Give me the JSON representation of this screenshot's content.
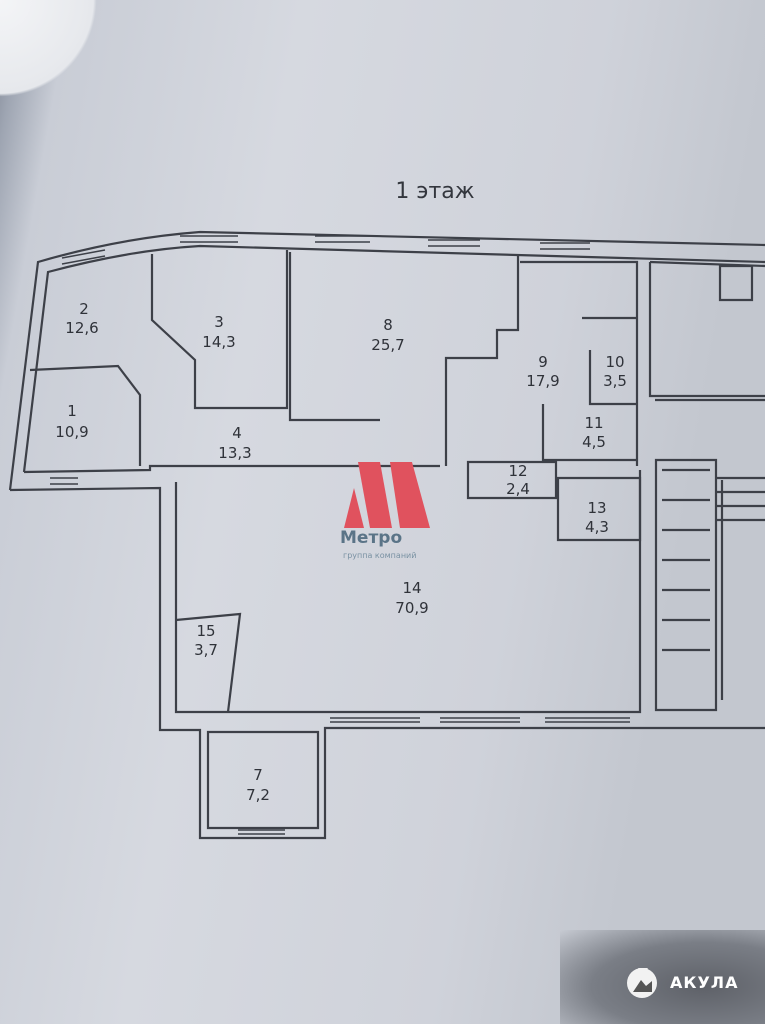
{
  "plan": {
    "title": "1 этаж",
    "rooms": [
      {
        "number": "1",
        "area": "10,9"
      },
      {
        "number": "2",
        "area": "12,6"
      },
      {
        "number": "3",
        "area": "14,3"
      },
      {
        "number": "4",
        "area": "13,3"
      },
      {
        "number": "7",
        "area": "7,2"
      },
      {
        "number": "8",
        "area": "25,7"
      },
      {
        "number": "9",
        "area": "17,9"
      },
      {
        "number": "10",
        "area": "3,5"
      },
      {
        "number": "11",
        "area": "4,5"
      },
      {
        "number": "12",
        "area": "2,4"
      },
      {
        "number": "13",
        "area": "4,3"
      },
      {
        "number": "14",
        "area": "70,9"
      },
      {
        "number": "15",
        "area": "3,7"
      }
    ]
  },
  "logo": {
    "name": "Метро",
    "tagline": "группа компаний",
    "color": "#e0525e"
  },
  "watermark": {
    "label": "АКУЛА"
  }
}
